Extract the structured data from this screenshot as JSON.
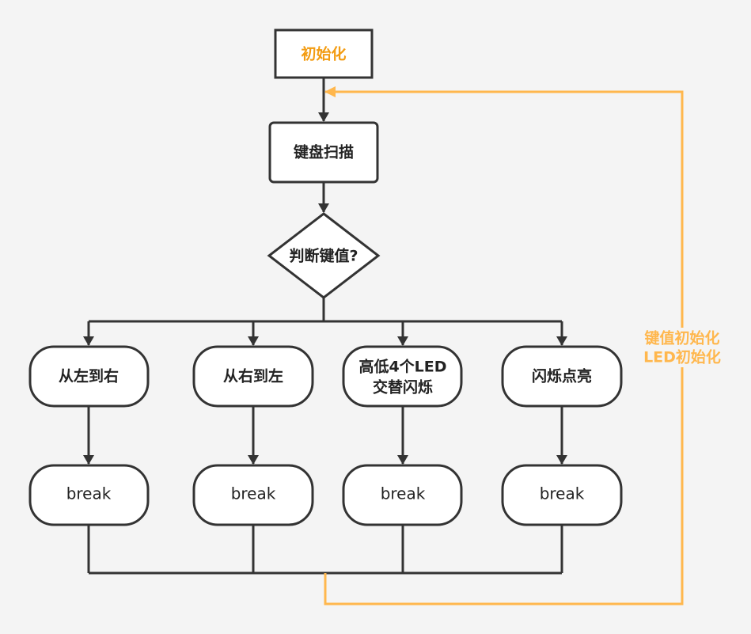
{
  "colors": {
    "background": "#f4f4f4",
    "node_fill": "#ffffff",
    "stroke": "#333333",
    "text": "#222222",
    "init_text": "#f39c12",
    "loop_line": "#ffb74d",
    "loop_text": "#ffb74d"
  },
  "nodes": {
    "init": "初始化",
    "scan": "键盘扫描",
    "judge": "判断键值?",
    "left_to_right": "从左到右",
    "right_to_left": "从右到左",
    "alternate_line1": "高低4个LED",
    "alternate_line2": "交替闪烁",
    "flash": "闪烁点亮",
    "break1": "break",
    "break2": "break",
    "break3": "break",
    "break4": "break"
  },
  "loop_label": {
    "line1": "键值初始化",
    "line2": "LED初始化"
  }
}
